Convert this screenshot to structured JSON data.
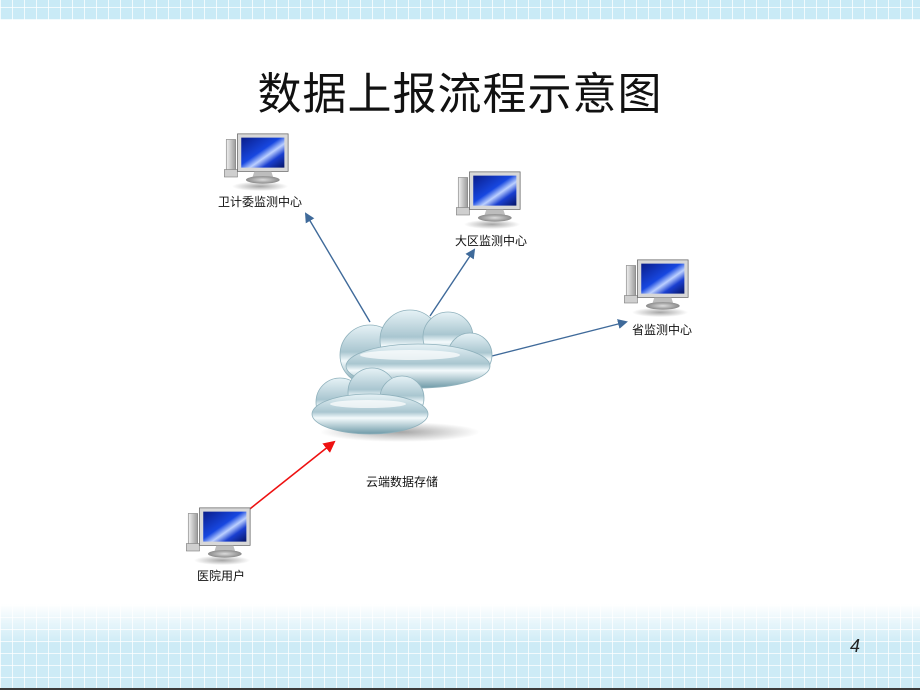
{
  "title": "数据上报流程示意图",
  "page_number": "4",
  "nodes": {
    "wjw": "卫计委监测中心",
    "daqu": "大区监测中心",
    "sheng": "省监测中心",
    "cloud": "云端数据存储",
    "hospital": "医院用户"
  },
  "colors": {
    "upload_arrow": "#ee1111",
    "distribute_arrow": "#3f6a9a"
  }
}
